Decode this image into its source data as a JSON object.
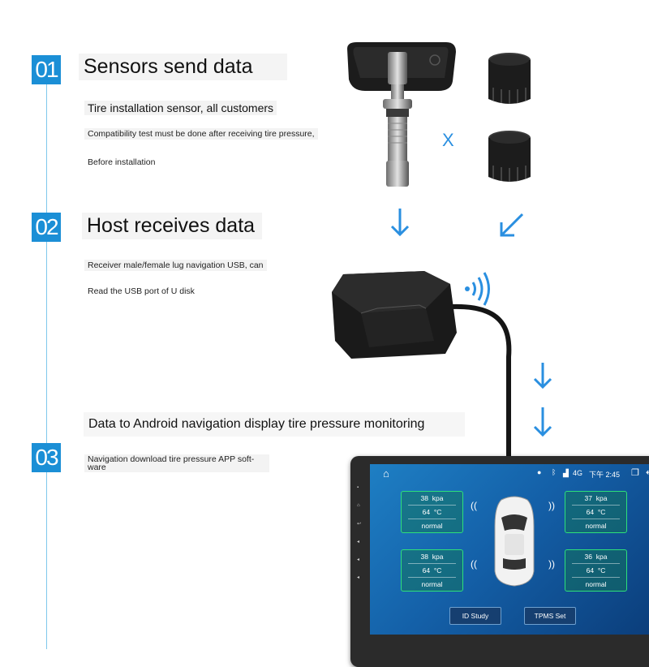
{
  "steps": [
    {
      "num": "01",
      "title": "Sensors send data"
    },
    {
      "num": "02",
      "title": "Host receives data"
    },
    {
      "num": "03"
    }
  ],
  "step1": {
    "line1": "Tire installation sensor, all customers",
    "line2": "Compatibility test must be done after receiving tire pressure,",
    "line3": "Before installation"
  },
  "step2": {
    "line1": "Receiver male/female lug navigation USB, can",
    "line2": "Read the USB port of U disk"
  },
  "step3": {
    "title": "Data to Android navigation display tire pressure monitoring",
    "line1": "Navigation download tire pressure APP soft-",
    "line2": "ware"
  },
  "x_mark": "X",
  "screen": {
    "time": "下午 2:45",
    "net": "4G",
    "cards": [
      {
        "pressure": "38",
        "unit": "kpa",
        "temp": "64",
        "tunit": "°C",
        "status": "normal"
      },
      {
        "pressure": "37",
        "unit": "kpa",
        "temp": "64",
        "tunit": "°C",
        "status": "normal"
      },
      {
        "pressure": "38",
        "unit": "kpa",
        "temp": "64",
        "tunit": "°C",
        "status": "normal"
      },
      {
        "pressure": "36",
        "unit": "kpa",
        "temp": "64",
        "tunit": "°C",
        "status": "normal"
      }
    ],
    "btn_id": "ID Study",
    "btn_tpms": "TPMS Set"
  },
  "colors": {
    "accent": "#1b8fd6",
    "arrow": "#2a8fe0",
    "card_border": "#2ee07a"
  }
}
